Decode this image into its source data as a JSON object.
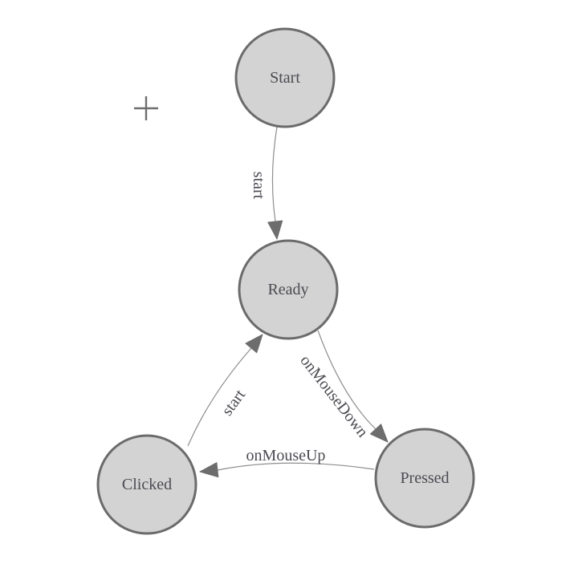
{
  "diagram": {
    "nodes": [
      {
        "label": "Start"
      },
      {
        "label": "Ready"
      },
      {
        "label": "Clicked"
      },
      {
        "label": "Pressed"
      }
    ],
    "edges": [
      {
        "from": "Start",
        "to": "Ready",
        "label": "start"
      },
      {
        "from": "Clicked",
        "to": "Ready",
        "label": "start"
      },
      {
        "from": "Ready",
        "to": "Pressed",
        "label": "onMouseDown"
      },
      {
        "from": "Pressed",
        "to": "Clicked",
        "label": "onMouseUp"
      }
    ],
    "cursor": {
      "icon": "plus-crosshair"
    },
    "colors": {
      "background": "#ffffff",
      "node_fill": "#d3d3d3",
      "node_stroke": "#6b6b6b",
      "edge_line": "#8e8e8e",
      "arrowhead": "#6d6d6d",
      "text": "#4b4b52",
      "cursor": "#6e6e6e"
    }
  }
}
